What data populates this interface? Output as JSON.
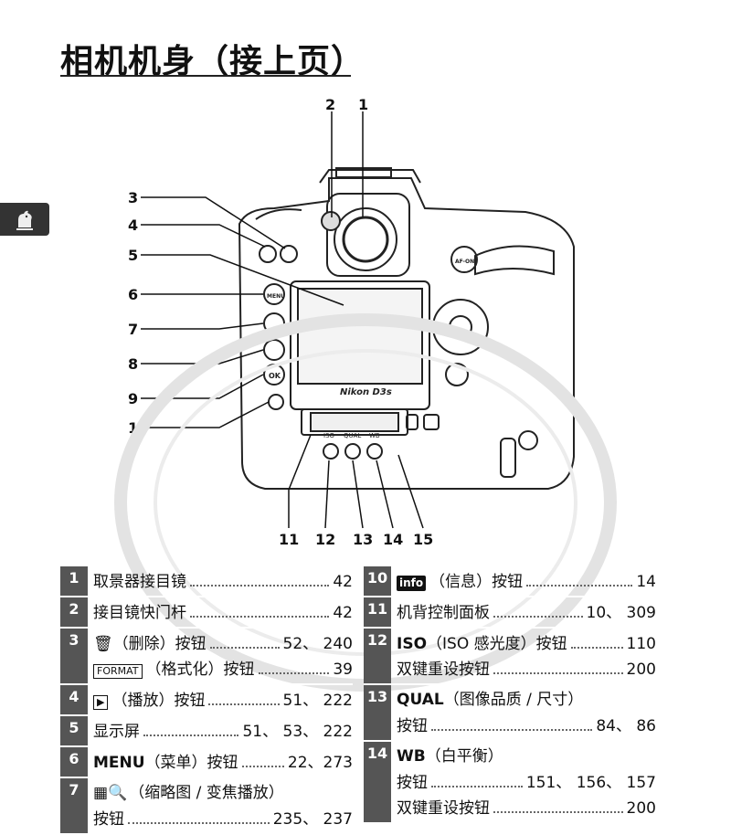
{
  "page": {
    "title": "相机机身（接上页）"
  },
  "colors": {
    "ink": "#111111",
    "tab_bg": "#333333",
    "num_bg": "#555555"
  },
  "diagram": {
    "callouts": [
      "1",
      "2",
      "3",
      "4",
      "5",
      "6",
      "7",
      "8",
      "9",
      "10",
      "11",
      "12",
      "13",
      "14",
      "15"
    ],
    "body_labels": {
      "af_on": "AF-ON",
      "menu": "MENU",
      "ok": "OK",
      "brand": "Nikon D3s",
      "iso": "ISO",
      "qual": "QUAL",
      "wb": "WB"
    }
  },
  "table": {
    "left": [
      {
        "num": "1",
        "lines": [
          {
            "label": "取景器接目镜",
            "page": "42"
          }
        ]
      },
      {
        "num": "2",
        "lines": [
          {
            "label": "接目镜快门杆",
            "page": "42"
          }
        ]
      },
      {
        "num": "3",
        "lines": [
          {
            "icon": "trash-icon",
            "label": "（删除）按钮",
            "page": "52、 240"
          },
          {
            "icon": "format-icon",
            "icon_text": "FORMAT",
            "label": "（格式化）按钮",
            "page": "39"
          }
        ]
      },
      {
        "num": "4",
        "lines": [
          {
            "icon": "play-icon",
            "label": "（播放）按钮",
            "page": "51、 222"
          }
        ]
      },
      {
        "num": "5",
        "lines": [
          {
            "label": "显示屏",
            "page": "51、 53、 222"
          }
        ]
      },
      {
        "num": "6",
        "lines": [
          {
            "bold": "MENU",
            "label": "（菜单）按钮",
            "page": "22、273"
          }
        ]
      },
      {
        "num": "7",
        "lines": [
          {
            "icon": "thumbnail-zoom-icon",
            "label": "（缩略图 / 变焦播放）",
            "page": ""
          },
          {
            "label": "按钮",
            "page": "235、 237"
          }
        ]
      }
    ],
    "right": [
      {
        "num": "10",
        "lines": [
          {
            "icon": "info-icon",
            "icon_text": "info",
            "label": "（信息）按钮",
            "page": "14"
          }
        ]
      },
      {
        "num": "11",
        "lines": [
          {
            "label": "机背控制面板",
            "page": "10、 309"
          }
        ]
      },
      {
        "num": "12",
        "lines": [
          {
            "bold": "ISO",
            "label": "（ISO 感光度）按钮",
            "page": "110"
          },
          {
            "label": "双键重设按钮",
            "page": "200"
          }
        ]
      },
      {
        "num": "13",
        "lines": [
          {
            "bold": "QUAL",
            "label": "（图像品质 / 尺寸）",
            "page": ""
          },
          {
            "label": "按钮",
            "page": "84、 86"
          }
        ]
      },
      {
        "num": "14",
        "lines": [
          {
            "bold": "WB",
            "label": "（白平衡）",
            "page": ""
          },
          {
            "label": "按钮",
            "page": "151、 156、 157"
          },
          {
            "label": "双键重设按钮",
            "page": "200"
          }
        ]
      }
    ]
  }
}
